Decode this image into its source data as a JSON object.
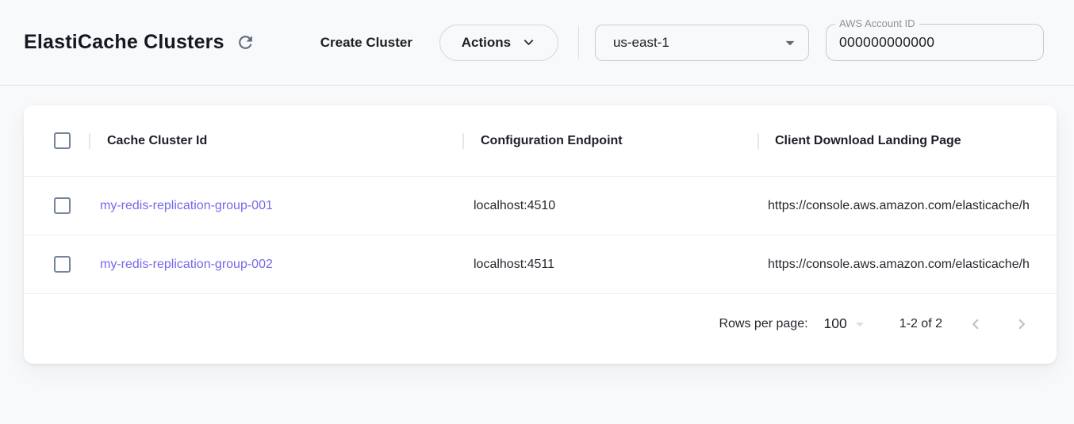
{
  "colors": {
    "accent": "#7468ea",
    "slate": "#5d6b7c"
  },
  "header": {
    "title": "ElastiCache Clusters",
    "create_button": "Create Cluster",
    "actions_button": "Actions",
    "region_select": {
      "value": "us-east-1"
    },
    "account_field": {
      "label": "AWS Account ID",
      "value": "000000000000"
    }
  },
  "table": {
    "columns": [
      "Cache Cluster Id",
      "Configuration Endpoint",
      "Client Download Landing Page"
    ],
    "rows": [
      {
        "cache_cluster_id": "my-redis-replication-group-001",
        "configuration_endpoint": "localhost:4510",
        "client_download_landing_page": "https://console.aws.amazon.com/elasticache/h"
      },
      {
        "cache_cluster_id": "my-redis-replication-group-002",
        "configuration_endpoint": "localhost:4511",
        "client_download_landing_page": "https://console.aws.amazon.com/elasticache/h"
      }
    ]
  },
  "pagination": {
    "rows_per_page_label": "Rows per page:",
    "rows_per_page_value": "100",
    "range_label": "1-2 of 2"
  }
}
